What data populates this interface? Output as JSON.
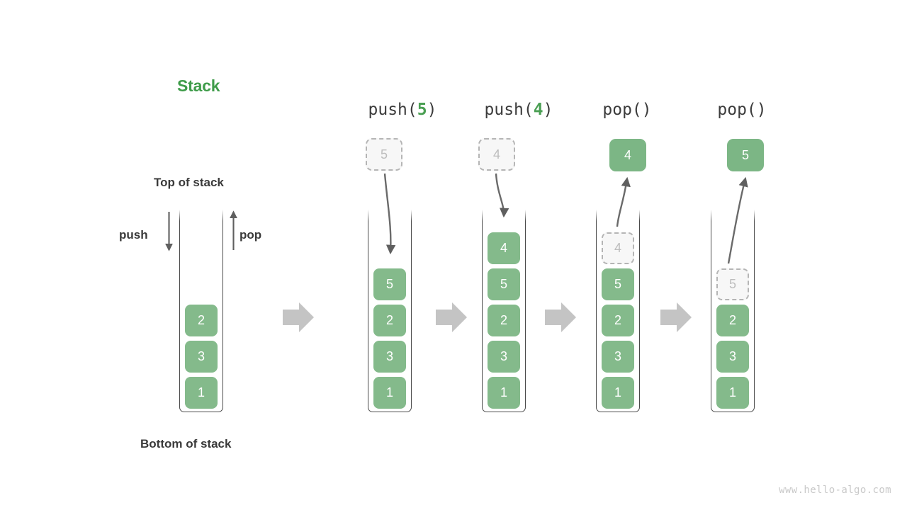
{
  "diagram": {
    "title": "Stack",
    "title_color": "#3f9c4a",
    "accent_green": "#84ba8b",
    "ghost_gray": "#bdbdbd",
    "arrow_gray": "#c4c4c4",
    "watermark": "www.hello-algo.com"
  },
  "labels": {
    "top_of_stack": "Top of stack",
    "bottom_of_stack": "Bottom of stack",
    "push": "push",
    "pop": "pop"
  },
  "initial_stack": {
    "cells_bottom_to_top": [
      "1",
      "3",
      "2"
    ]
  },
  "steps": [
    {
      "header_prefix": "push(",
      "header_arg": "5",
      "header_suffix": ")",
      "header_full": "push(5)",
      "float_box": {
        "value": "5",
        "style": "ghost",
        "position": "above"
      },
      "arrow": {
        "direction": "down",
        "from": "float-box",
        "to": "stack-top"
      },
      "cells_bottom_to_top": [
        "1",
        "3",
        "2",
        "5"
      ],
      "ghost_cell_index": null
    },
    {
      "header_prefix": "push(",
      "header_arg": "4",
      "header_suffix": ")",
      "header_full": "push(4)",
      "float_box": {
        "value": "4",
        "style": "ghost",
        "position": "above"
      },
      "arrow": {
        "direction": "down",
        "from": "float-box",
        "to": "stack-top"
      },
      "cells_bottom_to_top": [
        "1",
        "3",
        "2",
        "5",
        "4"
      ],
      "ghost_cell_index": null
    },
    {
      "header_prefix": "pop(",
      "header_arg": "",
      "header_suffix": ")",
      "header_full": "pop()",
      "float_box": {
        "value": "4",
        "style": "filled",
        "position": "above"
      },
      "arrow": {
        "direction": "up",
        "from": "stack-top",
        "to": "float-box"
      },
      "cells_bottom_to_top": [
        "1",
        "3",
        "2",
        "5",
        "4"
      ],
      "ghost_cell_index": 4
    },
    {
      "header_prefix": "pop(",
      "header_arg": "",
      "header_suffix": ")",
      "header_full": "pop()",
      "float_box": {
        "value": "5",
        "style": "filled",
        "position": "above"
      },
      "arrow": {
        "direction": "up",
        "from": "stack-top",
        "to": "float-box"
      },
      "cells_bottom_to_top": [
        "1",
        "3",
        "2",
        "5"
      ],
      "ghost_cell_index": 3
    }
  ],
  "flow_arrows": {
    "count": 4,
    "shape": "block-arrow-right",
    "color": "#c4c4c4"
  }
}
